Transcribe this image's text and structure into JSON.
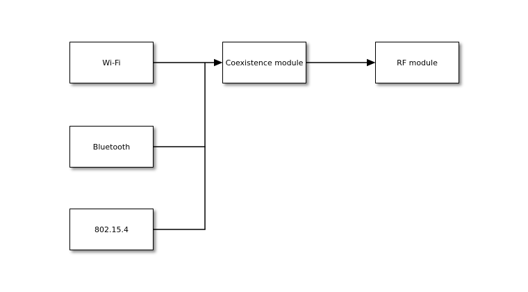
{
  "diagram": {
    "nodes": [
      {
        "id": "wifi",
        "label": "Wi-Fi"
      },
      {
        "id": "bluetooth",
        "label": "Bluetooth"
      },
      {
        "id": "zigbee",
        "label": "802.15.4"
      },
      {
        "id": "coexistence",
        "label": "Coexistence module"
      },
      {
        "id": "rf",
        "label": "RF module"
      }
    ],
    "edges": [
      {
        "from": "Wi-Fi",
        "to": "Coexistence module",
        "arrow": true
      },
      {
        "from": "Bluetooth",
        "to": "Coexistence module",
        "arrow": true
      },
      {
        "from": "802.15.4",
        "to": "Coexistence module",
        "arrow": true
      },
      {
        "from": "Coexistence module",
        "to": "RF module",
        "arrow": true
      }
    ],
    "colors": {
      "background": "#ffffff",
      "box_fill": "#ffffff",
      "box_border": "#000000",
      "line": "#000000",
      "shadow": "#737373"
    }
  }
}
